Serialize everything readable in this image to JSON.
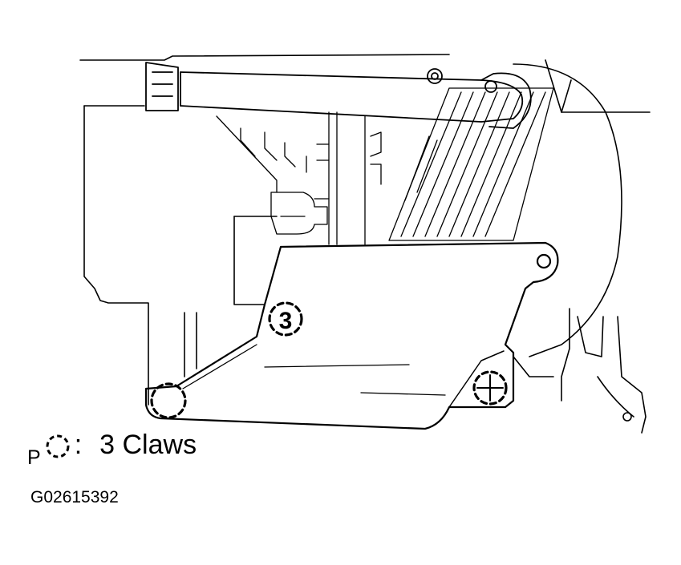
{
  "legend": {
    "letter": "P",
    "symbol": "dashed-circle-claw-icon",
    "separator": ":",
    "text": "3 Claws"
  },
  "figure_code": "G02615392",
  "callouts": {
    "center_claw": "3",
    "colors": {
      "line": "#000000",
      "background": "#ffffff"
    }
  }
}
